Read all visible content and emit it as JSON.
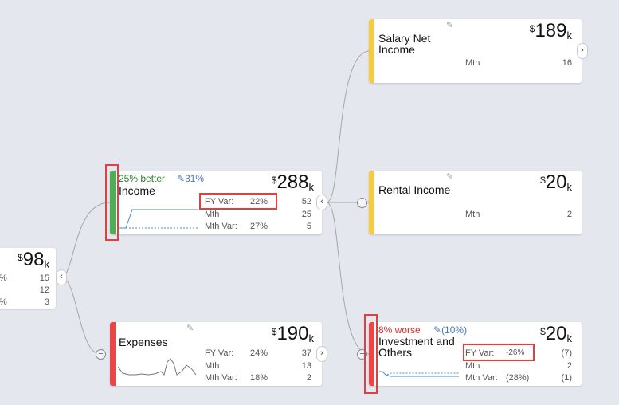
{
  "colors": {
    "green": "#4caf50",
    "yellow": "#f7ca45",
    "red": "#ef4545",
    "highlight": "#e0403f",
    "link": "#a7a7a7",
    "spark": "#4a8bc2"
  },
  "root": {
    "currency": "$",
    "value": "98",
    "suffix": "k",
    "rows": [
      {
        "label": "%",
        "value": "15"
      },
      {
        "label": "",
        "value": "12"
      },
      {
        "label": "%",
        "value": "3"
      }
    ],
    "toggle": "‹"
  },
  "income": {
    "status": "25% better",
    "pct": "31%",
    "title": "Income",
    "currency": "$",
    "value": "288",
    "suffix": "k",
    "rows": [
      {
        "label": "FY Var:",
        "pct": "22%",
        "value": "52"
      },
      {
        "label": "Mth",
        "pct": "",
        "value": "25"
      },
      {
        "label": "Mth Var:",
        "pct": "27%",
        "value": "5"
      }
    ],
    "toggle": "‹"
  },
  "expenses": {
    "title": "Expenses",
    "currency": "$",
    "value": "190",
    "suffix": "k",
    "rows": [
      {
        "label": "FY Var:",
        "pct": "24%",
        "value": "37"
      },
      {
        "label": "Mth",
        "pct": "",
        "value": "13"
      },
      {
        "label": "Mth Var:",
        "pct": "18%",
        "value": "2"
      }
    ],
    "toggle": "›",
    "collapse": "−"
  },
  "salary": {
    "title_line1": "Salary Net",
    "title_line2": "Income",
    "currency": "$",
    "value": "189",
    "suffix": "k",
    "rows": [
      {
        "label": "Mth",
        "value": "16"
      }
    ],
    "toggle": "›"
  },
  "rental": {
    "title": "Rental Income",
    "currency": "$",
    "value": "20",
    "suffix": "k",
    "rows": [
      {
        "label": "Mth",
        "value": "2"
      }
    ],
    "expand": "+"
  },
  "investment": {
    "status": "8% worse",
    "pct": "(10%)",
    "title_line1": "Investment and",
    "title_line2": "Others",
    "currency": "$",
    "value": "20",
    "suffix": "k",
    "rows": [
      {
        "label": "FY Var:",
        "pct": "-26%",
        "value": "(7)"
      },
      {
        "label": "Mth",
        "pct": "",
        "value": "2"
      },
      {
        "label": "Mth Var:",
        "pct": "(28%)",
        "value": "(1)"
      }
    ],
    "expand": "+"
  },
  "icons": {
    "pencil": "✎"
  }
}
